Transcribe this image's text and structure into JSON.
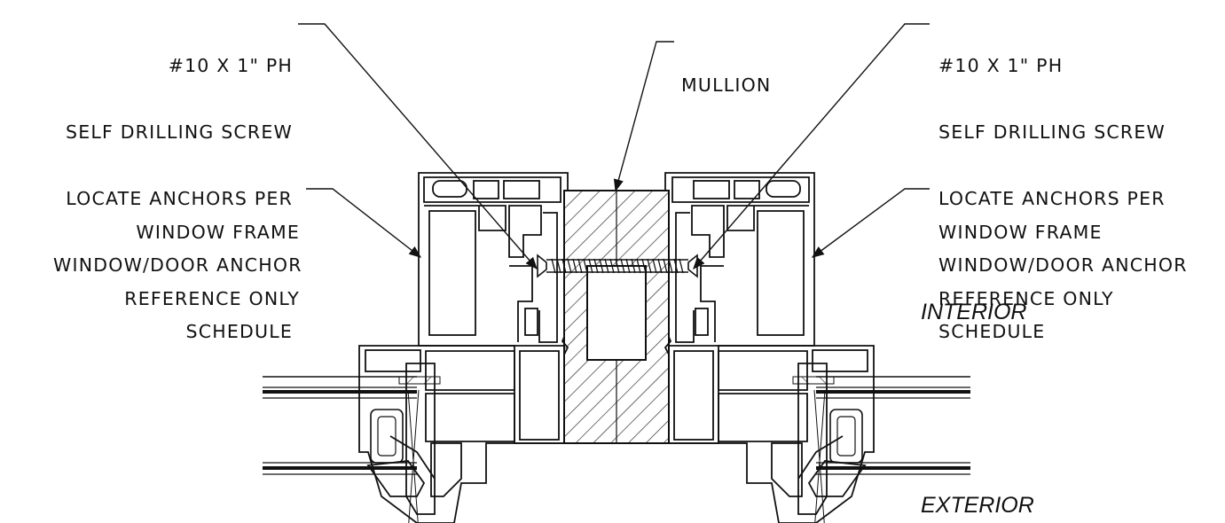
{
  "notes": {
    "screw_left": [
      "#10 X 1\" PH",
      "SELF DRILLING SCREW",
      "LOCATE ANCHORS PER",
      "WINDOW/DOOR ANCHOR",
      "SCHEDULE"
    ],
    "screw_right": [
      "#10 X 1\" PH",
      "SELF DRILLING SCREW",
      "LOCATE ANCHORS PER",
      "WINDOW/DOOR ANCHOR",
      "SCHEDULE"
    ],
    "mullion": "MULLION",
    "frame_left": [
      "WINDOW FRAME",
      "REFERENCE ONLY"
    ],
    "frame_right": [
      "WINDOW FRAME",
      "REFERENCE ONLY"
    ]
  },
  "sides": {
    "interior": "INTERIOR",
    "exterior": "EXTERIOR"
  }
}
